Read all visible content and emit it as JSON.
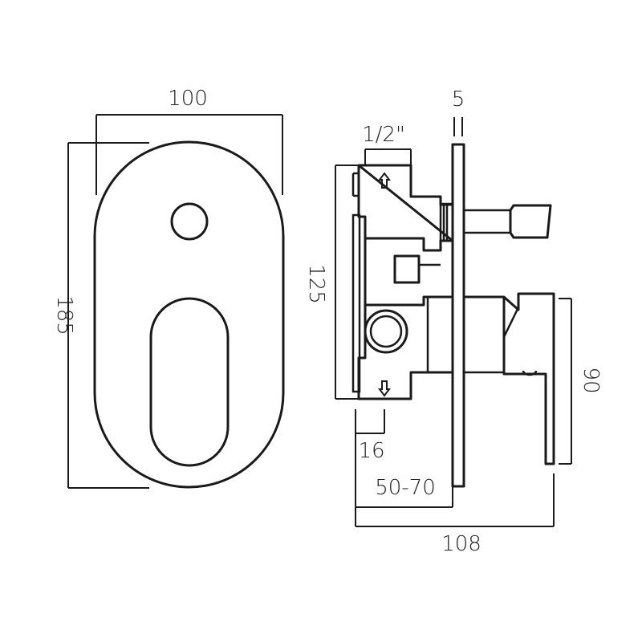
{
  "dimensions": {
    "front_width": "100",
    "front_height": "185",
    "plate_thickness": "5",
    "connection_size": "1/2\"",
    "body_height": "125",
    "outlet_offset": "16",
    "wall_depth_range": "50-70",
    "total_depth": "108",
    "handle_height": "90"
  },
  "colors": {
    "line": "#1a1a1a",
    "background": "#ffffff"
  }
}
